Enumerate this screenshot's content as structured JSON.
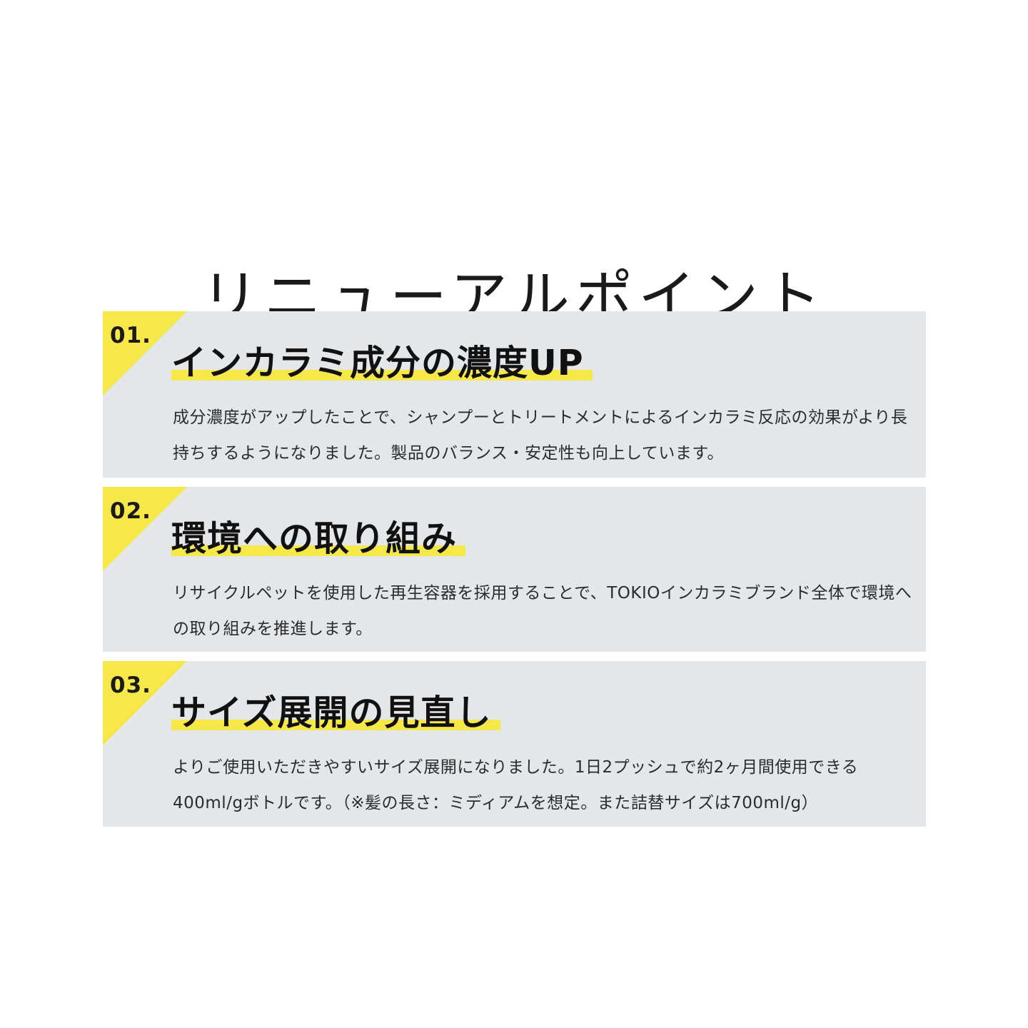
{
  "page": {
    "title": "リニューアルポイント"
  },
  "colors": {
    "card_background": "#e4e7e9",
    "accent_yellow": "#f7e84a",
    "text": "#1a1a1a"
  },
  "points": [
    {
      "number": "01.",
      "heading": "インカラミ成分の濃度UP",
      "body": "成分濃度がアップしたことで、シャンプーとトリートメントによるインカラミ反応の効果がより長持ちするようになりました。製品のバランス・安定性も向上しています。"
    },
    {
      "number": "02.",
      "heading": "環境への取り組み",
      "body": "リサイクルペットを使用した再生容器を採用することで、TOKIOインカラミブランド全体で環境への取り組みを推進します。"
    },
    {
      "number": "03.",
      "heading": "サイズ展開の見直し",
      "body": "よりご使用いただきやすいサイズ展開になりました。1日2プッシュで約2ヶ月間使用できる400ml/gボトルです。（※髪の長さ：ミディアムを想定。また詰替サイズは700ml/g）"
    }
  ]
}
